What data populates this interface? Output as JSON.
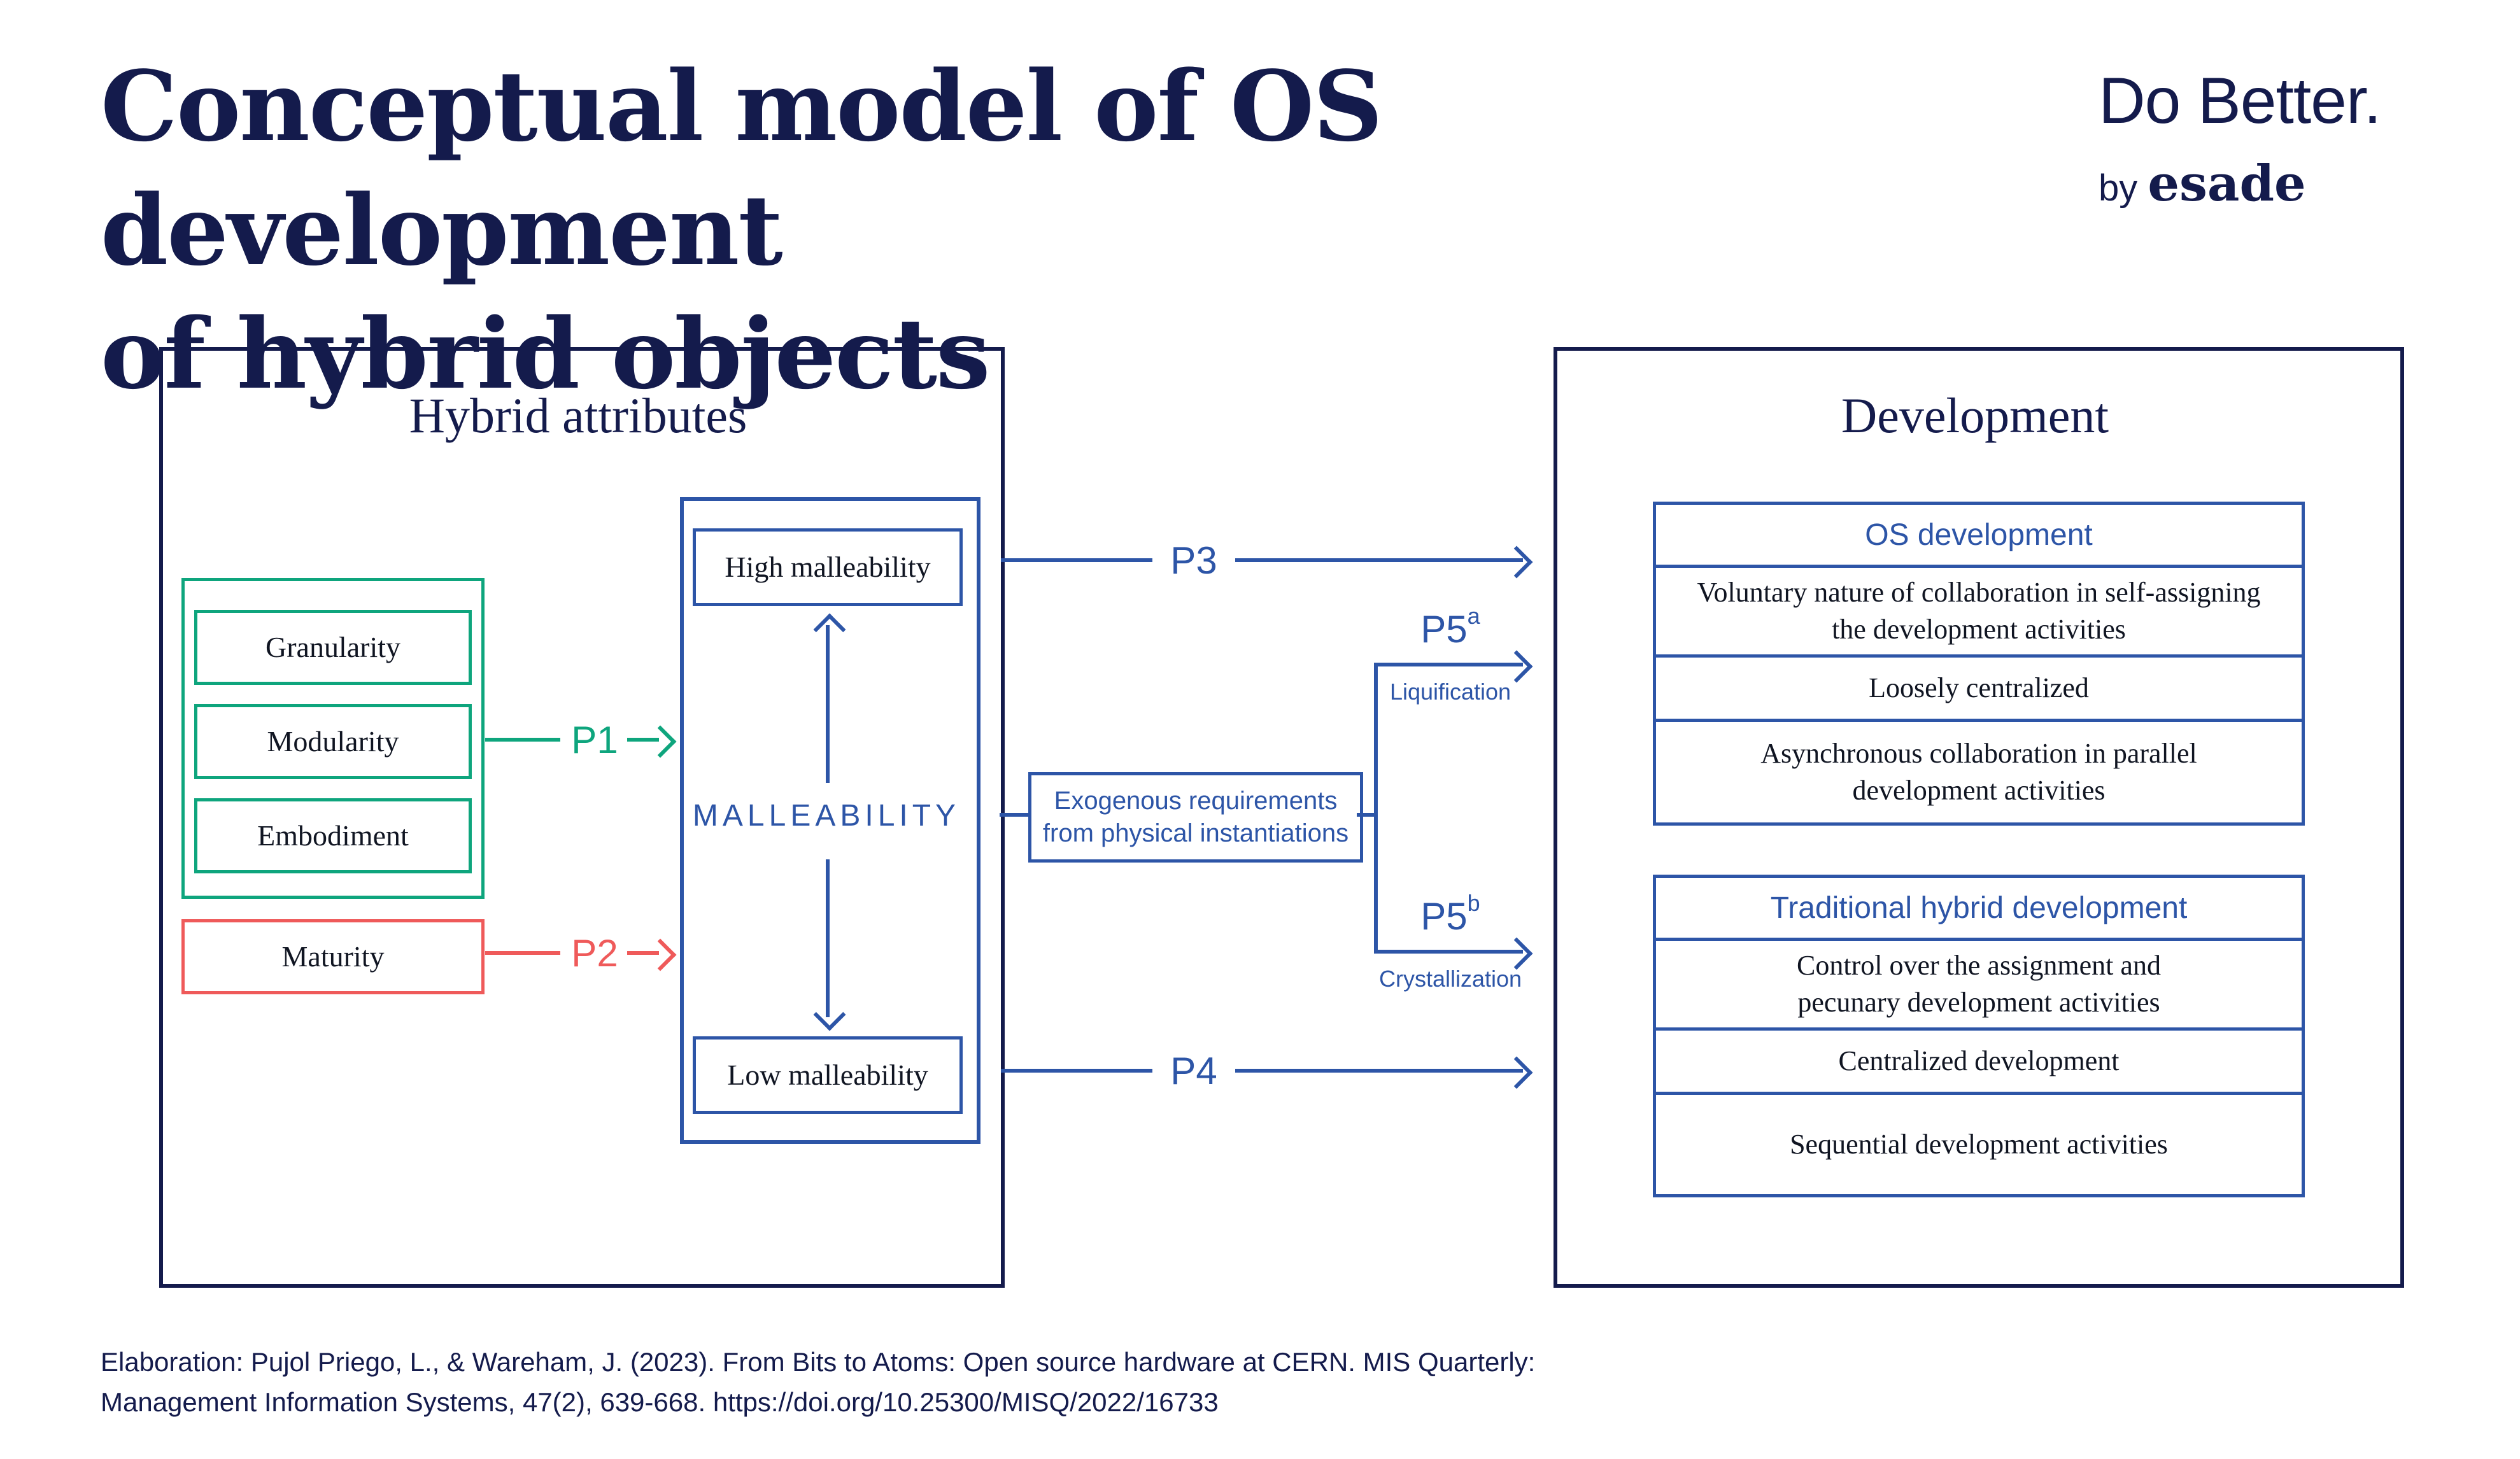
{
  "colors": {
    "navy": "#141b4c",
    "blue": "#2d55a7",
    "green": "#0ea57d",
    "red": "#ef5a5a",
    "ink": "#101522"
  },
  "header": {
    "title_line1": "Conceptual model of OS development",
    "title_line2": "of hybrid objects",
    "logo": {
      "do_better": "Do Better.",
      "by": "by",
      "brand": "esade"
    }
  },
  "left_panel": {
    "title": "Hybrid attributes",
    "green_attributes": [
      "Granularity",
      "Modularity",
      "Embodiment"
    ],
    "red_attribute": "Maturity",
    "malleability": {
      "high": "High malleability",
      "label": "MALLEABILITY",
      "low": "Low malleability"
    },
    "p1": "P1",
    "p2": "P2"
  },
  "middle": {
    "p3": "P3",
    "p4": "P4",
    "exogenous": {
      "line1": "Exogenous requirements",
      "line2": "from physical instantiations"
    },
    "p5a": {
      "label": "P5",
      "sup": "a",
      "caption": "Liquification"
    },
    "p5b": {
      "label": "P5",
      "sup": "b",
      "caption": "Crystallization"
    }
  },
  "right_panel": {
    "title": "Development",
    "os_block": {
      "header": "OS development",
      "rows": [
        "Voluntary nature of collaboration in self-assigning the development activities",
        "Loosely centralized",
        "Asynchronous collaboration in parallel development activities"
      ]
    },
    "traditional_block": {
      "header": "Traditional hybrid development",
      "rows": [
        "Control over the assignment and pecunary development activities",
        "Centralized development",
        "Sequential development activities"
      ]
    }
  },
  "footer": {
    "citation_line1": "Elaboration: Pujol Priego, L., & Wareham, J. (2023). From Bits to Atoms: Open source hardware at CERN. MIS Quarterly:",
    "citation_line2": "Management Information Systems, 47(2), 639-668. https://doi.org/10.25300/MISQ/2022/16733"
  }
}
